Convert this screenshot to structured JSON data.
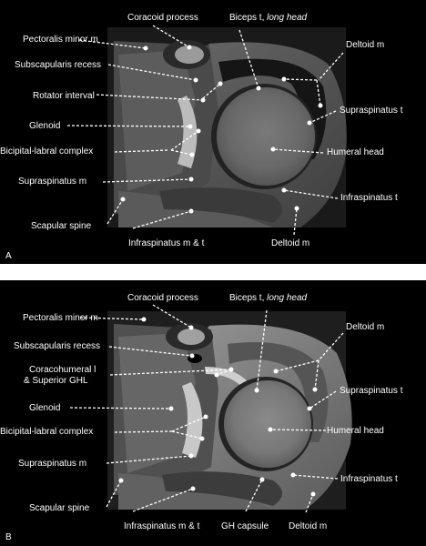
{
  "panels": [
    {
      "letter": "A",
      "labels": {
        "coracoid": "Coracoid process",
        "biceps_main": "Biceps t, ",
        "biceps_italic": "long head",
        "pectoralis": "Pectoralis minor m",
        "deltoid_top": "Deltoid m",
        "subscap": "Subscapularis recess",
        "rotator": "Rotator interval",
        "supraspinatus_t": "Supraspinatus t",
        "glenoid": "Glenoid",
        "bicipital": "Bicipital-labral complex",
        "humeral": "Humeral head",
        "supraspinatus_m": "Supraspinatus m",
        "infraspinatus_t": "Infraspinatus t",
        "scapular": "Scapular spine",
        "infraspinatus_mt": "Infraspinatus m & t",
        "deltoid_bottom": "Deltoid m"
      }
    },
    {
      "letter": "B",
      "labels": {
        "coracoid": "Coracoid process",
        "biceps_main": "Biceps t, ",
        "biceps_italic": "long head",
        "pectoralis": "Pectoralis minor m",
        "deltoid_top": "Deltoid m",
        "subscap": "Subscapularis recess",
        "coracohumeral_1": "Coracohumeral l",
        "coracohumeral_2": "& Superior GHL",
        "supraspinatus_t": "Supraspinatus t",
        "glenoid": "Glenoid",
        "bicipital": "Bicipital-labral complex",
        "humeral": "Humeral head",
        "supraspinatus_m": "Supraspinatus m",
        "infraspinatus_t": "Infraspinatus t",
        "scapular": "Scapular spine",
        "infraspinatus_mt": "Infraspinatus m & t",
        "gh_capsule": "GH capsule",
        "deltoid_bottom": "Deltoid m"
      }
    }
  ]
}
